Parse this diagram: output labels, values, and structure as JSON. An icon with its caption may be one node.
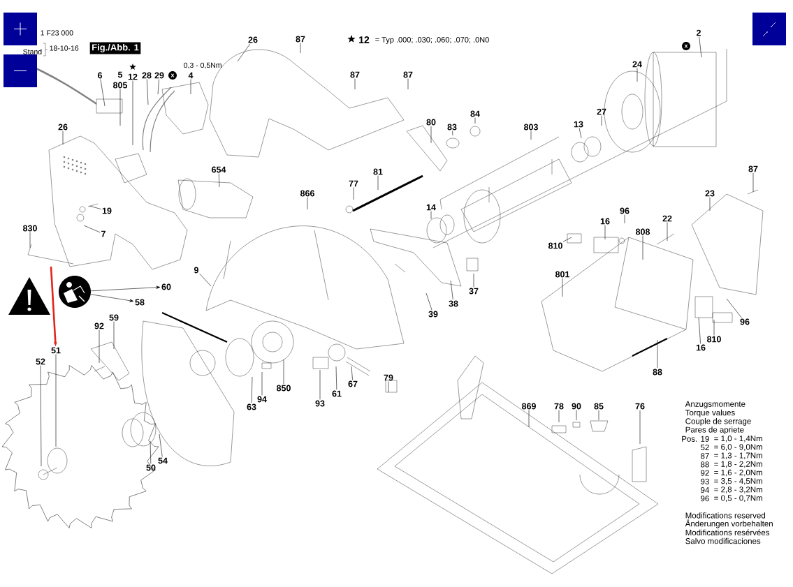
{
  "diagram": {
    "nodes": [
      {
        "text": [
          "Fig./Abb. 1"
        ]
      },
      {
        "text": [
          "26"
        ]
      },
      {
        "text": [
          "87"
        ]
      },
      {
        "text": [
          "2"
        ]
      },
      {
        "text": [
          "6"
        ]
      },
      {
        "text": [
          "5"
        ]
      },
      {
        "text": [
          "805"
        ]
      },
      {
        "text": [
          "12"
        ]
      },
      {
        "text": [
          "28"
        ]
      },
      {
        "text": [
          "29"
        ]
      },
      {
        "text": [
          "4"
        ]
      },
      {
        "text": [
          "87"
        ]
      },
      {
        "text": [
          "87"
        ]
      },
      {
        "text": [
          "24"
        ]
      },
      {
        "text": [
          "80"
        ]
      },
      {
        "text": [
          "84"
        ]
      },
      {
        "text": [
          "83"
        ]
      },
      {
        "text": [
          "803"
        ]
      },
      {
        "text": [
          "13"
        ]
      },
      {
        "text": [
          "27"
        ]
      },
      {
        "text": [
          "26"
        ]
      },
      {
        "text": [
          "654"
        ]
      },
      {
        "text": [
          "77"
        ]
      },
      {
        "text": [
          "81"
        ]
      },
      {
        "text": [
          "866"
        ]
      },
      {
        "text": [
          "87"
        ]
      },
      {
        "text": [
          "23"
        ]
      },
      {
        "text": [
          "14"
        ]
      },
      {
        "text": [
          "96"
        ]
      },
      {
        "text": [
          "16"
        ]
      },
      {
        "text": [
          "22"
        ]
      },
      {
        "text": [
          "19"
        ]
      },
      {
        "text": [
          "830"
        ]
      },
      {
        "text": [
          "7"
        ]
      },
      {
        "text": [
          "808"
        ]
      },
      {
        "text": [
          "810"
        ]
      },
      {
        "text": [
          "9"
        ]
      },
      {
        "text": [
          "801"
        ]
      },
      {
        "text": [
          "60"
        ]
      },
      {
        "text": [
          "37"
        ]
      },
      {
        "text": [
          "58"
        ]
      },
      {
        "text": [
          "38"
        ]
      },
      {
        "text": [
          "39"
        ]
      },
      {
        "text": [
          "96"
        ]
      },
      {
        "text": [
          "92"
        ]
      },
      {
        "text": [
          "59"
        ]
      },
      {
        "text": [
          "810"
        ]
      },
      {
        "text": [
          "16"
        ]
      },
      {
        "text": [
          "51"
        ]
      },
      {
        "text": [
          "52"
        ]
      },
      {
        "text": [
          "88"
        ]
      },
      {
        "text": [
          "79"
        ]
      },
      {
        "text": [
          "67"
        ]
      },
      {
        "text": [
          "850"
        ]
      },
      {
        "text": [
          "61"
        ]
      },
      {
        "text": [
          "94"
        ]
      },
      {
        "text": [
          "93"
        ]
      },
      {
        "text": [
          "63"
        ]
      },
      {
        "text": [
          "869"
        ]
      },
      {
        "text": [
          "78"
        ]
      },
      {
        "text": [
          "90"
        ]
      },
      {
        "text": [
          "85"
        ]
      },
      {
        "text": [
          "76"
        ]
      },
      {
        "text": [
          "54"
        ]
      },
      {
        "text": [
          "50"
        ]
      },
      {
        "text": [],
        "shape": "picture"
      }
    ],
    "edges": [
      {
        "from": 1,
        "to": null,
        "arrow": "none"
      },
      {
        "from": 2,
        "to": null,
        "arrow": "none"
      },
      {
        "from": 3,
        "to": null,
        "arrow": "none"
      },
      {
        "from": 4,
        "to": null,
        "arrow": "none"
      },
      {
        "from": 6,
        "to": null,
        "arrow": "none"
      },
      {
        "from": 7,
        "to": null,
        "arrow": "none"
      },
      {
        "from": 8,
        "to": null,
        "arrow": "none"
      },
      {
        "from": 9,
        "to": null,
        "arrow": "none"
      },
      {
        "from": 10,
        "to": null,
        "arrow": "none"
      },
      {
        "from": 11,
        "to": null,
        "arrow": "none"
      },
      {
        "from": 12,
        "to": null,
        "arrow": "none"
      },
      {
        "from": 13,
        "to": null,
        "arrow": "none"
      },
      {
        "from": 14,
        "to": null,
        "arrow": "none"
      },
      {
        "from": 15,
        "to": null,
        "arrow": "none"
      },
      {
        "from": 16,
        "to": null,
        "arrow": "none"
      },
      {
        "from": 17,
        "to": null,
        "arrow": "none"
      },
      {
        "from": 18,
        "to": null,
        "arrow": "none"
      },
      {
        "from": 19,
        "to": null,
        "arrow": "none"
      },
      {
        "from": 20,
        "to": null,
        "arrow": "none"
      },
      {
        "from": 21,
        "to": null,
        "arrow": "none"
      },
      {
        "from": 22,
        "to": null,
        "arrow": "none"
      },
      {
        "from": 23,
        "to": null,
        "arrow": "none"
      },
      {
        "from": 24,
        "to": null,
        "arrow": "none"
      },
      {
        "from": 25,
        "to": null,
        "arrow": "none"
      },
      {
        "from": 26,
        "to": null,
        "arrow": "none"
      },
      {
        "from": 27,
        "to": null,
        "arrow": "none"
      },
      {
        "from": 28,
        "to": null,
        "arrow": "none"
      },
      {
        "from": 29,
        "to": null,
        "arrow": "none"
      },
      {
        "from": 30,
        "to": null,
        "arrow": "none"
      },
      {
        "from": 31,
        "to": null,
        "arrow": "none"
      },
      {
        "from": 32,
        "to": null,
        "arrow": "none"
      },
      {
        "from": 33,
        "to": null,
        "arrow": "none"
      },
      {
        "from": 34,
        "to": null,
        "arrow": "none"
      },
      {
        "from": 35,
        "to": null,
        "arrow": "none"
      },
      {
        "from": 36,
        "to": null,
        "arrow": "none"
      },
      {
        "from": 37,
        "to": null,
        "arrow": "none"
      },
      {
        "from": 39,
        "to": null,
        "arrow": "none"
      },
      {
        "from": 41,
        "to": null,
        "arrow": "none"
      },
      {
        "from": 42,
        "to": null,
        "arrow": "none"
      },
      {
        "from": 43,
        "to": null,
        "arrow": "none"
      },
      {
        "from": 44,
        "to": null,
        "arrow": "none"
      },
      {
        "from": 45,
        "to": null,
        "arrow": "none"
      },
      {
        "from": 46,
        "to": null,
        "arrow": "none"
      },
      {
        "from": 47,
        "to": null,
        "arrow": "none"
      },
      {
        "from": 48,
        "to": null,
        "arrow": "none"
      },
      {
        "from": 49,
        "to": null,
        "arrow": "none"
      },
      {
        "from": 50,
        "to": null,
        "arrow": "none"
      },
      {
        "from": 51,
        "to": null,
        "arrow": "none"
      },
      {
        "from": 52,
        "to": null,
        "arrow": "none"
      },
      {
        "from": 53,
        "to": null,
        "arrow": "none"
      },
      {
        "from": 54,
        "to": null,
        "arrow": "none"
      },
      {
        "from": 55,
        "to": null,
        "arrow": "none"
      },
      {
        "from": 56,
        "to": null,
        "arrow": "none"
      },
      {
        "from": 57,
        "to": null,
        "arrow": "none"
      },
      {
        "from": 58,
        "to": null,
        "arrow": "none"
      },
      {
        "from": 59,
        "to": null,
        "arrow": "none"
      },
      {
        "from": 60,
        "to": null,
        "arrow": "none"
      },
      {
        "from": 61,
        "to": null,
        "arrow": "none"
      },
      {
        "from": 62,
        "to": null,
        "arrow": "none"
      },
      {
        "from": 63,
        "to": null,
        "arrow": "none"
      },
      {
        "from": 64,
        "to": null,
        "arrow": "none"
      },
      {
        "from": 65,
        "to": 38,
        "arrow": "to"
      },
      {
        "from": 65,
        "to": 40,
        "arrow": "to"
      },
      {
        "from": null,
        "to": 48,
        "arrow": "to",
        "style": "thick",
        "color": "#e3241b"
      }
    ],
    "labels": [
      "1 F23 000",
      "Stand",
      "18-10-16",
      "0,3 - 0,5Nm",
      "x",
      "12",
      "= Typ .000; .030; .060; .070; .0N0",
      "x",
      "Anzugsmomente",
      "Torque values",
      "Couple de serrage",
      "Pares de apriete",
      "Pos. 19",
      "= 1,0 - 1,4Nm",
      "52",
      "= 6,0 - 9,0Nm",
      "87",
      "= 1,3 - 1,7Nm",
      "88",
      "= 1,8 - 2,2Nm",
      "92",
      "= 1,6 - 2,0Nm",
      "93",
      "= 3,5 - 4,5Nm",
      "94",
      "= 2,8 - 3,2Nm",
      "96",
      "= 0,5 - 0,7Nm",
      "Modifications reserved",
      "Änderungen vorbehalten",
      "Modifications resérvées",
      "Salvo modificaciones"
    ]
  }
}
